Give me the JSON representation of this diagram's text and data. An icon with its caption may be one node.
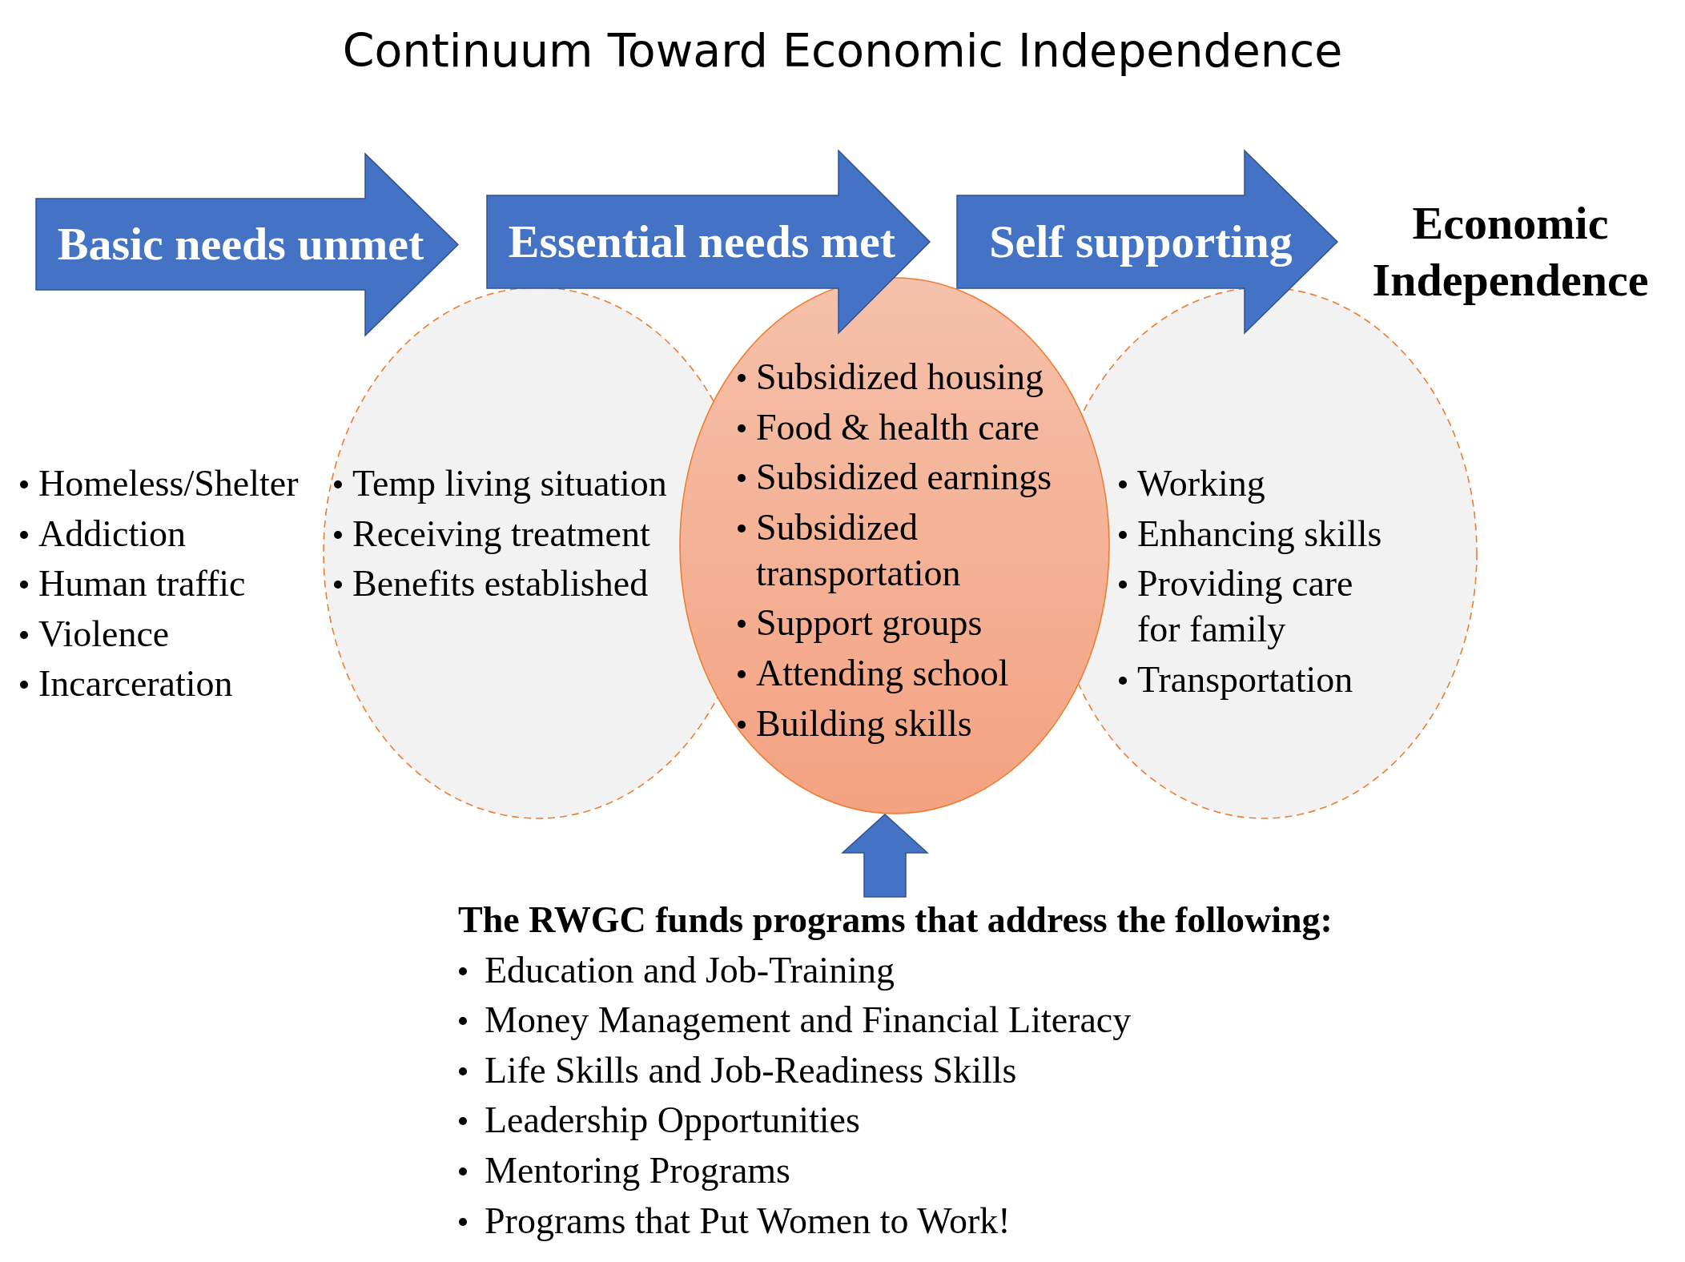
{
  "diagram": {
    "title": "Continuum Toward Economic Independence",
    "nodes": [
      {
        "text": [
          "Basic needs unmet"
        ]
      },
      {
        "text": [
          "Essential needs met"
        ]
      },
      {
        "text": [
          "Self supporting"
        ]
      },
      {
        "text": [
          "Temp living situation",
          "Receiving treatment",
          "Benefits established"
        ]
      },
      {
        "text": [
          "Subsidized housing",
          "Food & health care",
          "Subsidized earnings",
          "Subsidized transportation",
          "Support groups",
          "Attending school",
          "Building skills"
        ]
      },
      {
        "text": [
          "Working",
          "Enhancing skills",
          "Providing care for family",
          "Transportation"
        ]
      },
      {
        "text": [
          "The RWGC funds programs that address the following:",
          "Education and Job-Training",
          "Money Management and Financial Literacy",
          "Life Skills and Job-Readiness Skills",
          "Leadership Opportunities",
          "Mentoring Programs",
          "Programs that Put Women to Work!"
        ]
      }
    ],
    "edges": [
      {
        "from": 6,
        "to": 4,
        "arrow": "to"
      }
    ],
    "labels": [
      "Economic Independence",
      "Homeless/Shelter",
      "Addiction",
      "Human traffic",
      "Violence",
      "Incarceration"
    ]
  }
}
